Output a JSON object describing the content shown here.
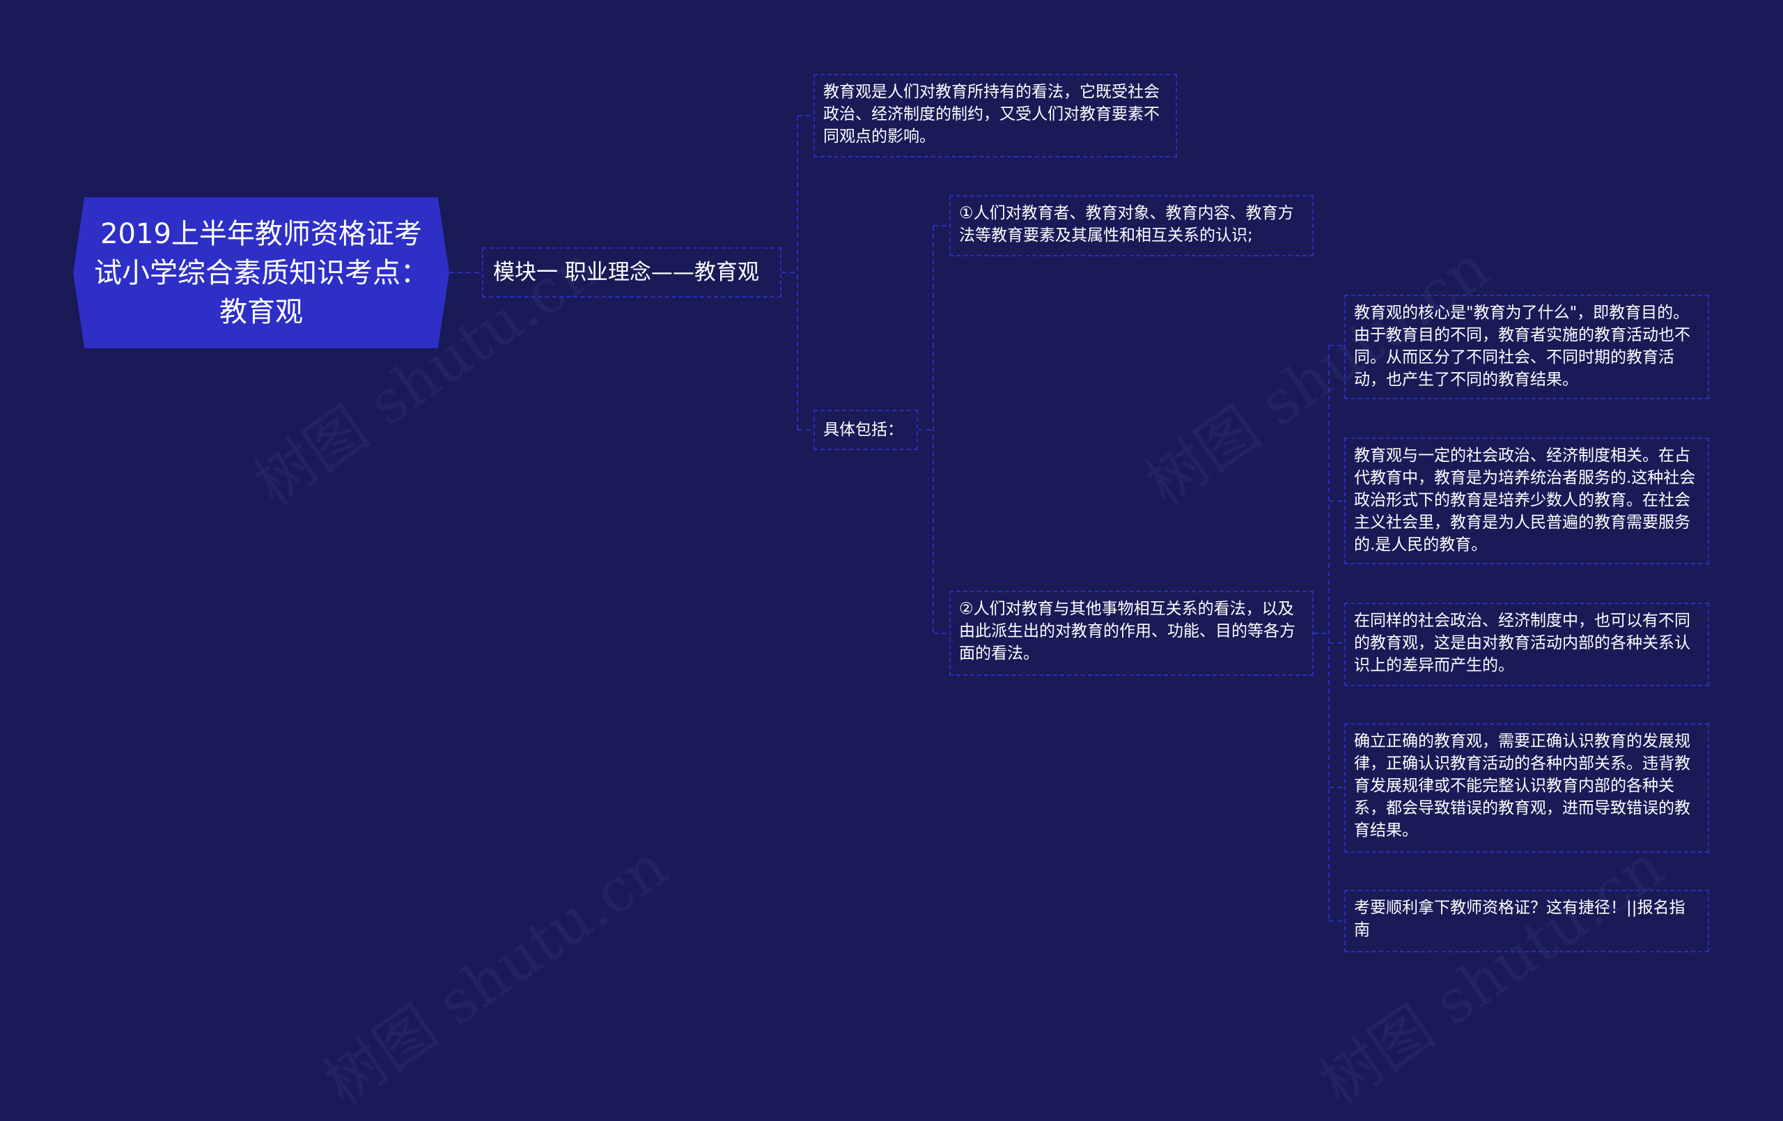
{
  "root": {
    "title": "2019上半年教师资格证考试小学综合素质知识考点：教育观"
  },
  "module": {
    "label": "模块一 职业理念——教育观"
  },
  "definition": {
    "text": "教育观是人们对教育所持有的看法，它既受社会政治、经济制度的制约，又受人们对教育要素不同观点的影响。"
  },
  "details": {
    "label": "具体包括：",
    "items": [
      "①人们对教育者、教育对象、教育内容、教育方法等教育要素及其属性和相互关系的认识;",
      "②人们对教育与其他事物相互关系的看法，以及由此派生出的对教育的作用、功能、目的等各方面的看法。"
    ]
  },
  "sub_points": [
    "教育观的核心是\"教育为了什么\"，即教育目的。由于教育目的不同，教育者实施的教育活动也不同。从而区分了不同社会、不同时期的教育活动，也产生了不同的教育结果。",
    "教育观与一定的社会政治、经济制度相关。在占代教育中，教育是为培养统治者服务的.这种社会政治形式下的教育是培养少数人的教育。在社会主义社会里，教育是为人民普遍的教育需要服务的.是人民的教育。",
    "在同样的社会政治、经济制度中，也可以有不同的教育观，这是由对教育活动内部的各种关系认识上的差异而产生的。",
    "确立正确的教育观，需要正确认识教育的发展规律，正确认识教育活动的各种内部关系。违背教育发展规律或不能完整认识教育内部的各种关系，都会导致错误的教育观，进而导致错误的教育结果。",
    "考要顺利拿下教师资格证？这有捷径！||报名指南"
  ],
  "watermark": "树图 shutu.cn",
  "colors": {
    "background": "#191a56",
    "root_fill": "#2e2fc6",
    "border": "#2b2ebd",
    "text": "#ffffff"
  }
}
